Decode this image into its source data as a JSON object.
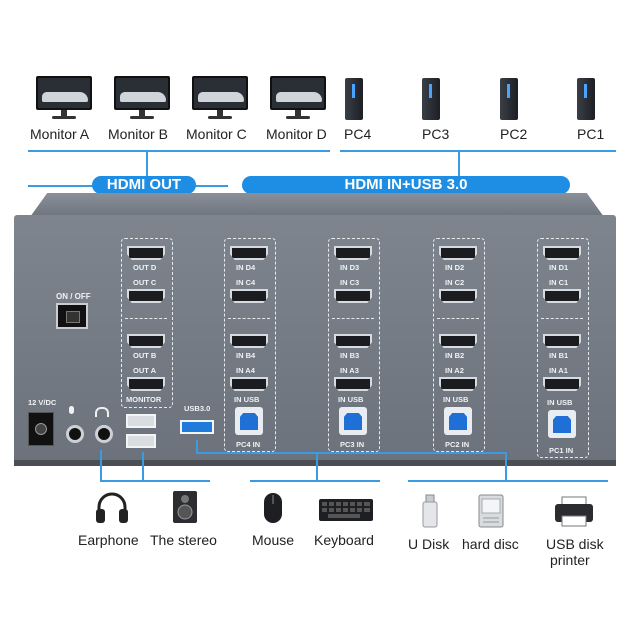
{
  "monitors": [
    {
      "label": "Monitor A"
    },
    {
      "label": "Monitor B"
    },
    {
      "label": "Monitor C"
    },
    {
      "label": "Monitor D"
    }
  ],
  "pcs": [
    {
      "label": "PC4"
    },
    {
      "label": "PC3"
    },
    {
      "label": "PC2"
    },
    {
      "label": "PC1"
    }
  ],
  "banners": {
    "hdmi_out": "HDMI OUT",
    "hdmi_in_usb": "HDMI IN+USB 3.0"
  },
  "panel": {
    "on_off": "ON / OFF",
    "power": "12 V/DC",
    "usb3": "USB3.0",
    "out_group": [
      "OUT D",
      "OUT C",
      "OUT B",
      "OUT A",
      "MONITOR"
    ],
    "pc_groups": [
      {
        "ports": [
          "IN D4",
          "IN C4",
          "IN B4",
          "IN A4",
          "IN USB"
        ],
        "footer": "PC4 IN"
      },
      {
        "ports": [
          "IN D3",
          "IN C3",
          "IN B3",
          "IN A3",
          "IN USB"
        ],
        "footer": "PC3 IN"
      },
      {
        "ports": [
          "IN D2",
          "IN C2",
          "IN B2",
          "IN A2",
          "IN USB"
        ],
        "footer": "PC2 IN"
      },
      {
        "ports": [
          "IN D1",
          "IN C1",
          "IN B1",
          "IN A1",
          "IN USB"
        ],
        "footer": "PC1 IN"
      }
    ]
  },
  "peripherals": [
    {
      "label": "Earphone",
      "icon": "headphones-icon"
    },
    {
      "label": "The stereo",
      "icon": "speaker-icon"
    },
    {
      "label": "Mouse",
      "icon": "mouse-icon"
    },
    {
      "label": "Keyboard",
      "icon": "keyboard-icon"
    },
    {
      "label": "U Disk",
      "icon": "usb-drive-icon"
    },
    {
      "label": "hard disc",
      "icon": "hard-disk-icon"
    },
    {
      "label": "USB disk",
      "label2": "printer",
      "icon": "printer-icon"
    }
  ],
  "colors": {
    "accent": "#1d8ee3",
    "chassis": "#767c85"
  }
}
